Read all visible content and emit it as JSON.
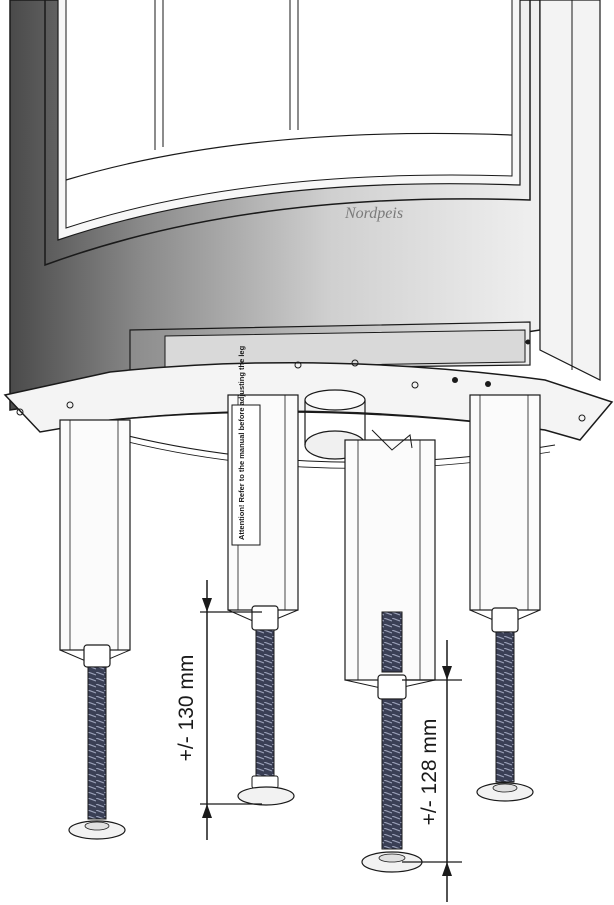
{
  "brand": {
    "logo_text": "Nordpeis"
  },
  "labels": {
    "warning_sticker": "Attention! Refer to the manual before adjusting the leg"
  },
  "dimensions": [
    {
      "id": "left-leg",
      "text": "+/- 130 mm"
    },
    {
      "id": "right-leg",
      "text": "+/- 128 mm"
    }
  ],
  "colors": {
    "stove_dark": "#5b5b5b",
    "stove_light": "#e8e8e8",
    "bolt_thread": "#3a3f55",
    "line": "#1a1a1a"
  }
}
